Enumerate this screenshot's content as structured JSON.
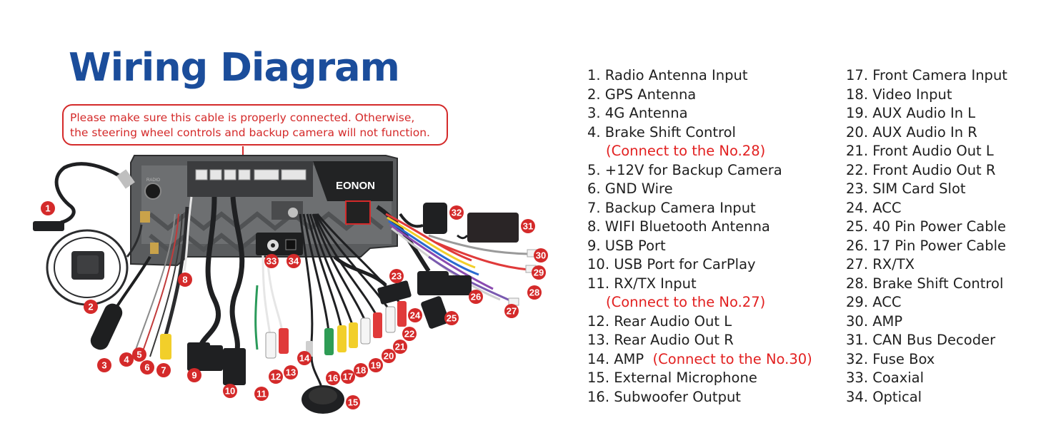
{
  "title": "Wiring Diagram",
  "notice": {
    "line1": "Please make sure this cable is properly connected. Otherwise,",
    "line2": "the steering wheel controls and backup camera will not function."
  },
  "brand": "EONON",
  "unit_labels": {
    "radio": "RADIO"
  },
  "colors": {
    "title": "#1b4d9b",
    "accent": "#d42a2a",
    "callout": "#d42a2a",
    "text": "#1f1f1f"
  },
  "callouts": [
    "1",
    "2",
    "3",
    "4",
    "5",
    "6",
    "7",
    "8",
    "9",
    "10",
    "11",
    "12",
    "13",
    "14",
    "15",
    "16",
    "17",
    "18",
    "19",
    "20",
    "21",
    "22",
    "23",
    "24",
    "25",
    "26",
    "27",
    "28",
    "29",
    "30",
    "31",
    "32",
    "33",
    "34"
  ],
  "legend": {
    "col1": [
      {
        "text": "1. Radio Antenna Input"
      },
      {
        "text": "2. GPS Antenna"
      },
      {
        "text": "3. 4G Antenna"
      },
      {
        "text": "4. Brake Shift Control"
      },
      {
        "text": "(Connect to the No.28)",
        "style": "red"
      },
      {
        "text": "5. +12V for Backup Camera"
      },
      {
        "text": "6. GND Wire"
      },
      {
        "text": "7. Backup Camera Input"
      },
      {
        "text": "8. WIFI Bluetooth Antenna"
      },
      {
        "text": "9. USB Port"
      },
      {
        "text": "10. USB Port for CarPlay"
      },
      {
        "text": "11. RX/TX Input"
      },
      {
        "text": "(Connect to the No.27)",
        "style": "red"
      },
      {
        "text": "12. Rear Audio Out L"
      },
      {
        "text": "13. Rear Audio Out R"
      },
      {
        "text": "14. AMP",
        "note": "(Connect to the No.30)"
      },
      {
        "text": "15. External Microphone"
      },
      {
        "text": "16. Subwoofer Output"
      }
    ],
    "col2": [
      {
        "text": "17. Front Camera Input"
      },
      {
        "text": "18. Video Input"
      },
      {
        "text": "19. AUX Audio In L"
      },
      {
        "text": "20. AUX Audio In R"
      },
      {
        "text": "21. Front Audio Out L"
      },
      {
        "text": "22. Front Audio Out R"
      },
      {
        "text": "23. SIM Card Slot"
      },
      {
        "text": "24. ACC"
      },
      {
        "text": "25. 40 Pin Power Cable"
      },
      {
        "text": "26. 17 Pin Power Cable"
      },
      {
        "text": "27. RX/TX"
      },
      {
        "text": "28. Brake Shift Control"
      },
      {
        "text": "29. ACC"
      },
      {
        "text": "30. AMP"
      },
      {
        "text": "31. CAN Bus Decoder"
      },
      {
        "text": "32. Fuse Box"
      },
      {
        "text": "33. Coaxial"
      },
      {
        "text": "34. Optical"
      }
    ]
  }
}
